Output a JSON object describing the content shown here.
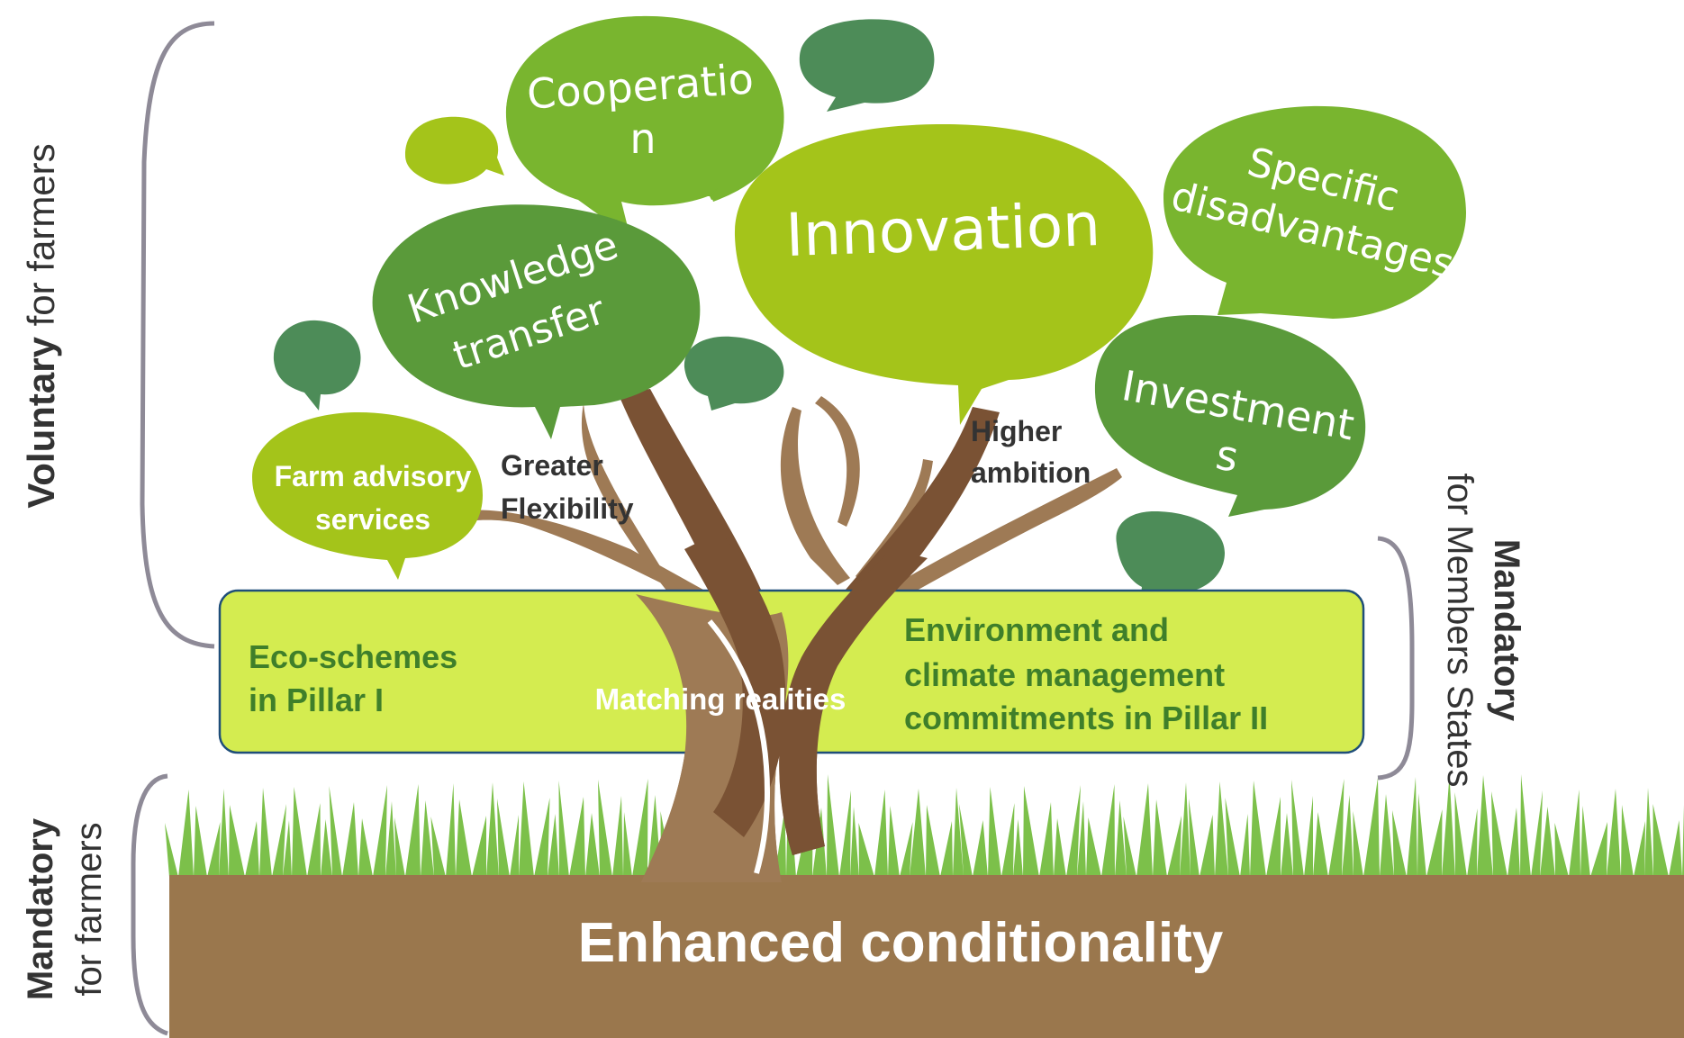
{
  "colors": {
    "bubble_dark": "#5a9a3a",
    "bubble_mid": "#79b52f",
    "bubble_light": "#a4c41a",
    "bubble_teal": "#4d8c58",
    "panel_fill": "#d4ec50",
    "panel_border": "#1f4e79",
    "panel_text": "#3f7f2a",
    "trunk": "#7a5234",
    "branch": "#9e7a55",
    "soil": "#9a774d",
    "grass": "#7cc04a",
    "bracket": "#8e8a97",
    "label_text": "#333333",
    "white": "#ffffff"
  },
  "bubbles": {
    "cooperation": [
      "Cooperatio",
      "n"
    ],
    "innovation": "Innovation",
    "specific": [
      "Specific",
      "disadvantages"
    ],
    "knowledge": [
      "Knowledge",
      "transfer"
    ],
    "investments": [
      "Investment",
      "s"
    ],
    "farm_advisory": [
      "Farm advisory",
      "services"
    ]
  },
  "branch_labels": {
    "greater": [
      "Greater",
      "Flexibility"
    ],
    "higher": [
      "Higher",
      "ambition"
    ]
  },
  "panel": {
    "eco": [
      "Eco-schemes",
      "in Pillar I"
    ],
    "matching": "Matching realities",
    "environment": [
      "Environment and",
      "climate management",
      "commitments in Pillar II"
    ]
  },
  "ground_label": "Enhanced conditionality",
  "side_labels": {
    "voluntary_bold": "Voluntary",
    "voluntary_rest": " for farmers",
    "mandatory_ms_bold": "Mandatory",
    "mandatory_ms_rest": "for Members States",
    "mandatory_farmers_bold": "Mandatory",
    "mandatory_farmers_rest": "for farmers"
  }
}
